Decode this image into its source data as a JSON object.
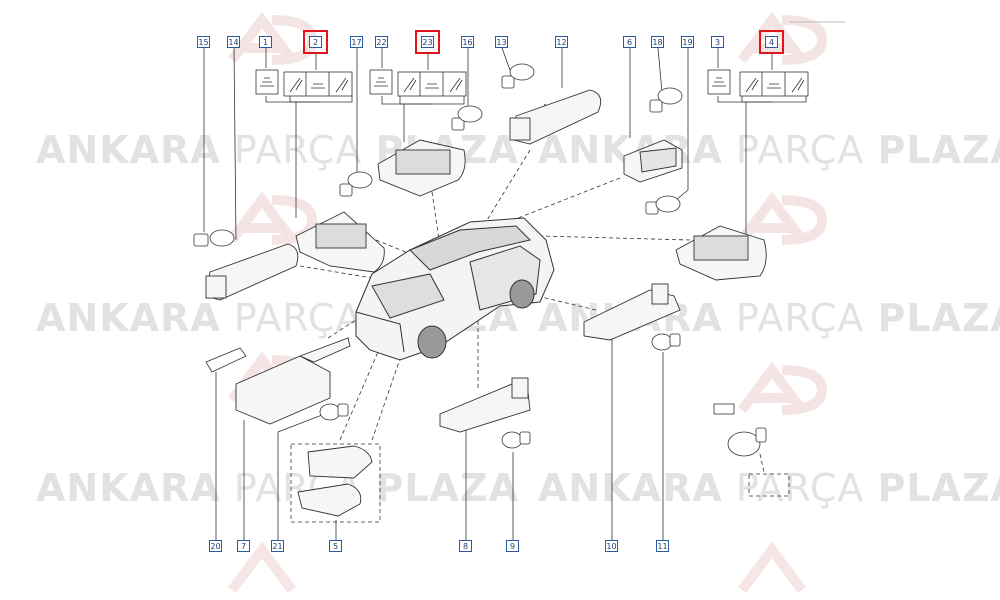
{
  "watermark": {
    "brand_bold_1": "ANKARA",
    "brand_light": "PARÇA",
    "brand_bold_2": "PLAZA",
    "logo_letters": "AP"
  },
  "callouts": {
    "c15": "15",
    "c14": "14",
    "c1": "1",
    "c2": "2",
    "c17": "17",
    "c22": "22",
    "c23": "23",
    "c16": "16",
    "c13": "13",
    "c12": "12",
    "c6": "6",
    "c18": "18",
    "c19": "19",
    "c3": "3",
    "c4": "4",
    "c20": "20",
    "c7": "7",
    "c21": "21",
    "c5": "5",
    "c8": "8",
    "c9": "9",
    "c10": "10",
    "c11": "11"
  },
  "highlighted": [
    "2",
    "23",
    "4"
  ],
  "colors": {
    "line": "#333333",
    "callout_border": "#2a5aa0",
    "highlight": "#e0151c",
    "watermark": "#e2e2e2"
  }
}
